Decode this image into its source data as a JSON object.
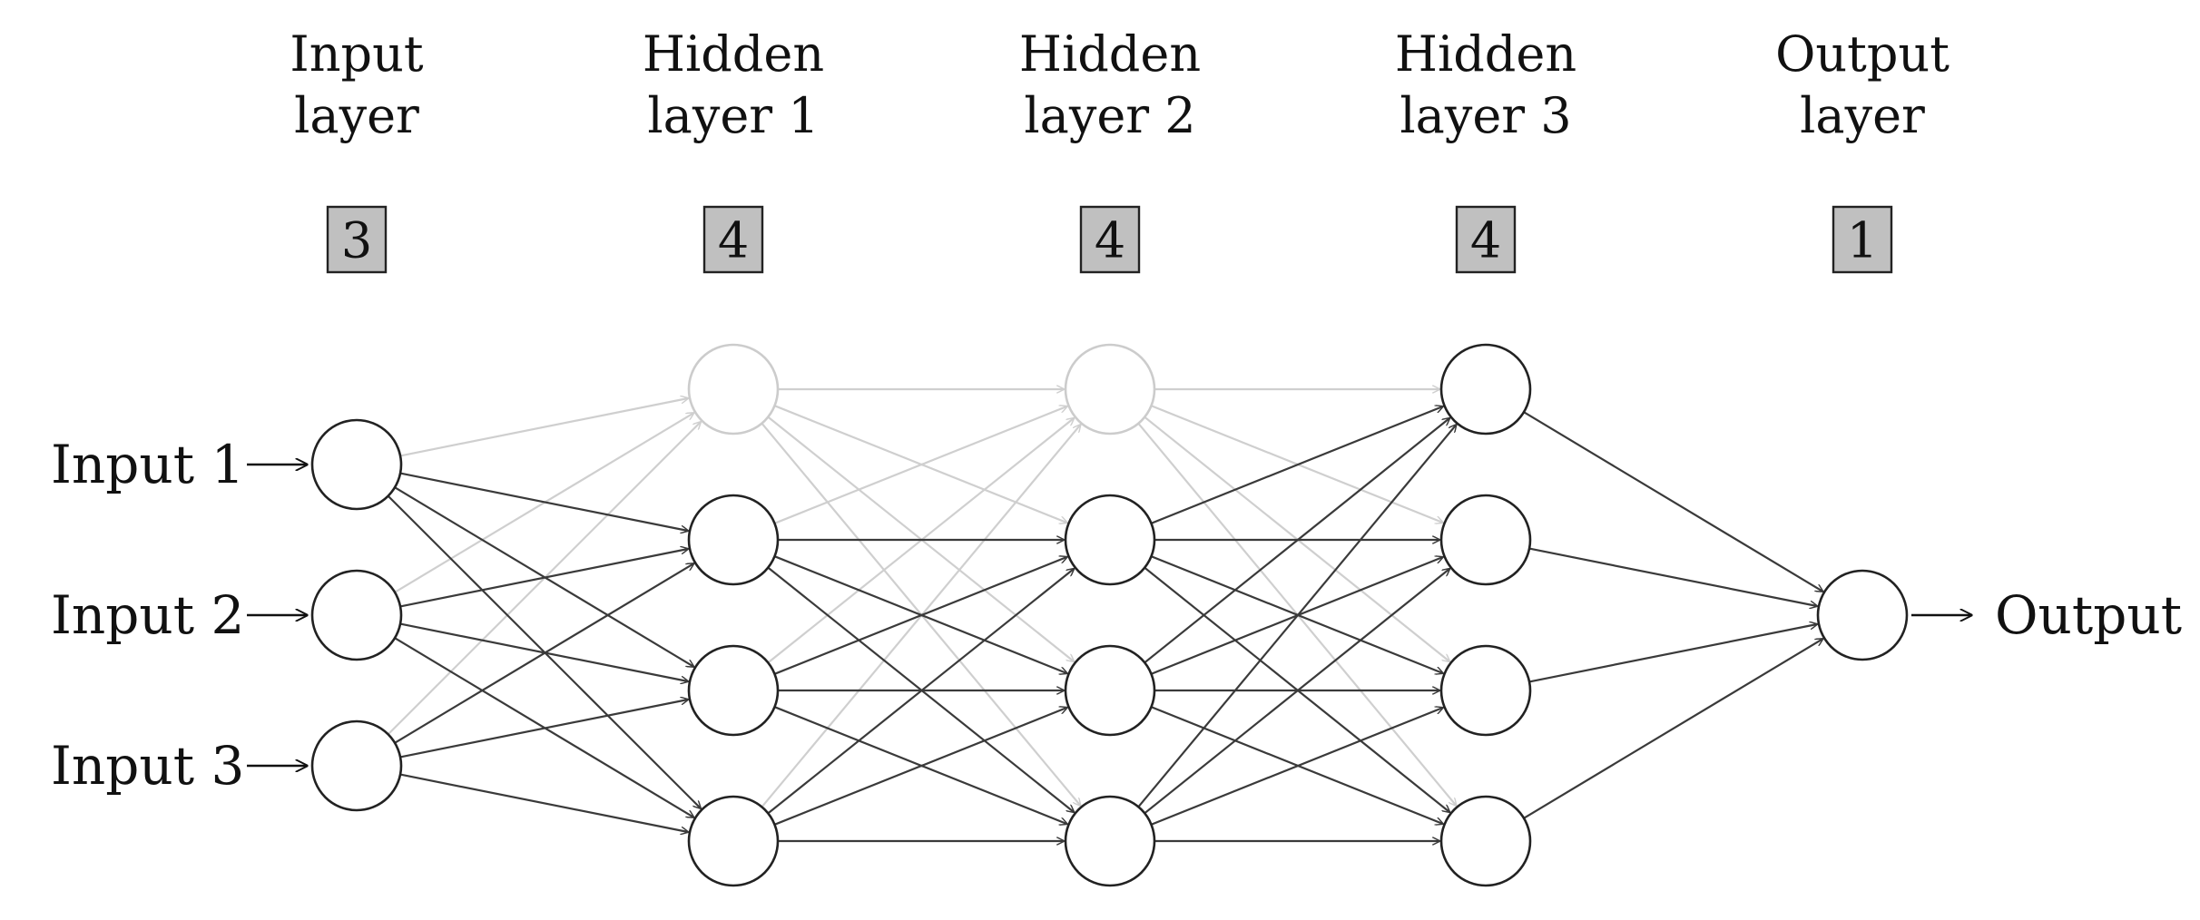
{
  "diagram": {
    "layers": [
      {
        "title_line1": "Input",
        "title_line2": "layer",
        "count": "3"
      },
      {
        "title_line1": "Hidden",
        "title_line2": "layer 1",
        "count": "4"
      },
      {
        "title_line1": "Hidden",
        "title_line2": "layer 2",
        "count": "4"
      },
      {
        "title_line1": "Hidden",
        "title_line2": "layer 3",
        "count": "4"
      },
      {
        "title_line1": "Output",
        "title_line2": "layer",
        "count": "1"
      }
    ],
    "inputs": [
      "Input 1",
      "Input 2",
      "Input 3"
    ],
    "output_label": "Output",
    "inactive_neurons": [
      "1.0",
      "2.0"
    ],
    "colors": {
      "active_edge": "#3a3a3a",
      "inactive_edge": "#cfcfcf",
      "active_node_stroke": "#222222",
      "inactive_node_stroke": "#cccccc",
      "count_box_fill": "#c0c0c0"
    }
  }
}
